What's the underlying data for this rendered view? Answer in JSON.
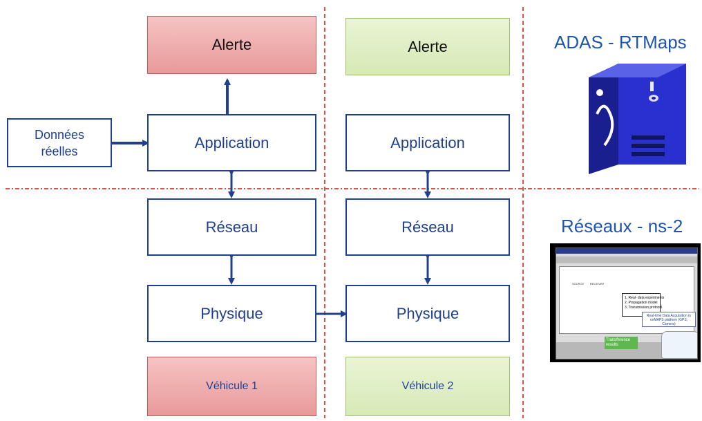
{
  "titles": {
    "adas": "ADAS - RTMaps",
    "reseaux": "Réseaux - ns-2"
  },
  "input": {
    "line1": "Données",
    "line2": "réelles"
  },
  "vehicle1": {
    "alert": "Alerte",
    "application": "Application",
    "reseau": "Réseau",
    "physique": "Physique",
    "label": "Véhicule 1"
  },
  "vehicle2": {
    "alert": "Alerte",
    "application": "Application",
    "reseau": "Réseau",
    "physique": "Physique",
    "label": "Véhicule 2"
  },
  "screenshot": {
    "list": [
      "1. Real- data experiments",
      "2. Propagation model",
      "3. Transmission protocol"
    ],
    "source": "SOURCE",
    "receiver": "RECEIVER",
    "callout": "Real-time Data Acquisition in onMAPS platform (GPS, Camera)",
    "transfer": "Transference results"
  },
  "colors": {
    "accent": "#1f3f8f",
    "red_block": "#f2b5b5",
    "green_block": "#e0efc7",
    "separator": "#d9534f",
    "title": "#1f55b0"
  },
  "icons": {
    "server": "server-icon"
  }
}
